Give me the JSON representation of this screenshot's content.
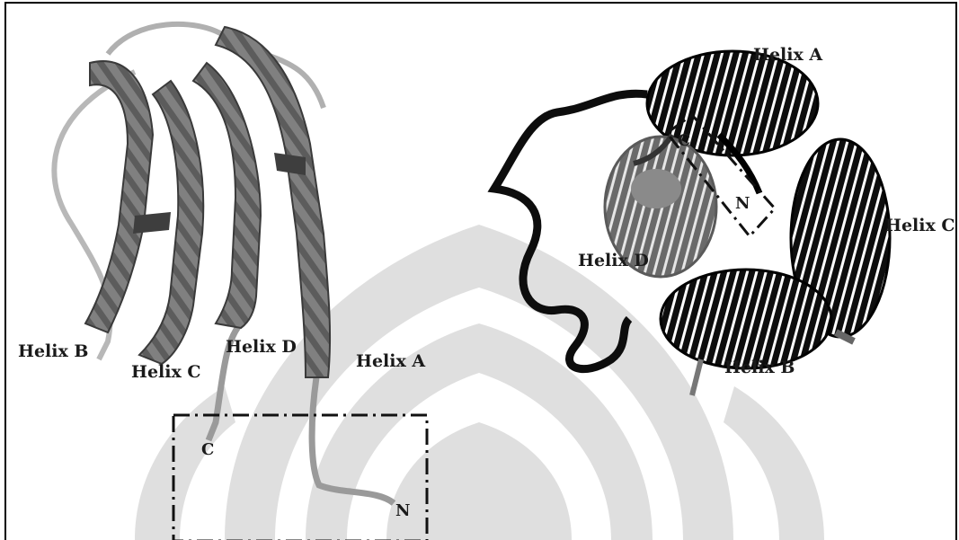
{
  "colors": {
    "side_view_helix": "#7a7a7a",
    "side_view_dark": "#3e3e3e",
    "side_view_loop": "#b8b8b8",
    "top_view_helix": "#111111",
    "top_view_inner_helix": "#6e6e6e",
    "watermark": "#d9d9d9",
    "frame": "#000000"
  },
  "side_view": {
    "labels": {
      "helix_a": "Helix A",
      "helix_b": "Helix B",
      "helix_c": "Helix C",
      "helix_d": "Helix D",
      "c_terminus": "C",
      "n_terminus": "N"
    }
  },
  "top_view": {
    "labels": {
      "helix_a": "Helix A",
      "helix_b": "Helix B",
      "helix_c": "Helix C",
      "helix_d": "Helix D",
      "c_terminus": "C",
      "n_terminus": "N"
    }
  }
}
